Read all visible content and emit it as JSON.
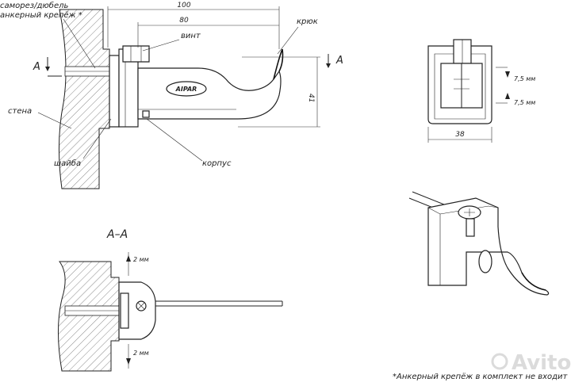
{
  "labels": {
    "screw": "саморез/дюбель",
    "anchor": "анкерный крепёж *",
    "bolt": "винт",
    "hook": "крюк",
    "wall": "стена",
    "washer": "шайба",
    "body": "корпус",
    "brand": "AIPAR"
  },
  "dimensions": {
    "length_total": "100",
    "length_inner": "80",
    "height": "41",
    "width": "38",
    "offset_top_right": "7,5 мм",
    "offset_bottom_right": "7,5 мм",
    "gap_top": "2 мм",
    "gap_bottom": "2 мм"
  },
  "section": {
    "marker_left": "A",
    "marker_right": "A",
    "title": "A–A"
  },
  "footnote": "*Анкерный крепёж в комплект не входит",
  "watermark": "Avito"
}
